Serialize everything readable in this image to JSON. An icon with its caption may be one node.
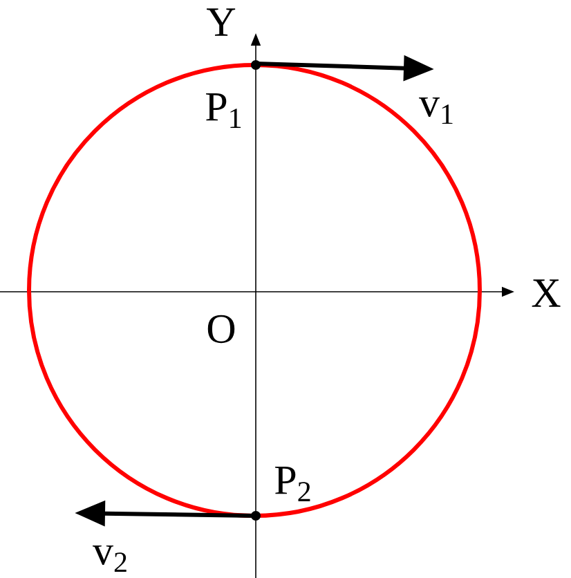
{
  "diagram": {
    "labels": [
      "Y",
      "P$_{1}$",
      "v$_{1}$",
      "X",
      "O",
      "P$_{2}$",
      "v$_{2}$"
    ]
  }
}
